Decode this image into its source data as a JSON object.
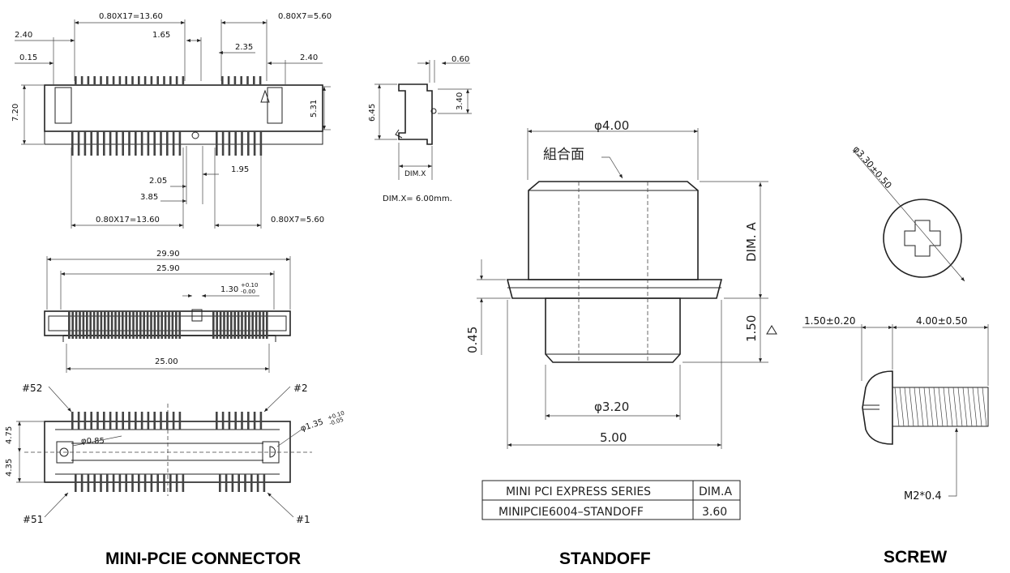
{
  "captions": {
    "connector": "MINI-PCIE CONNECTOR",
    "standoff": "STANDOFF",
    "screw": "SCREW"
  },
  "connector_top": {
    "dim_pitch17_top": "0.80X17=13.60",
    "dim_pitch7_top": "0.80X7=5.60",
    "dim_240_left": "2.40",
    "dim_015": "0.15",
    "dim_165": "1.65",
    "dim_235": "2.35",
    "dim_240_right": "2.40",
    "dim_720": "7.20",
    "dim_531": "5.31",
    "dim_205": "2.05",
    "dim_195": "1.95",
    "dim_385": "3.85",
    "dim_pitch17_bottom": "0.80X17=13.60",
    "dim_pitch7_bottom": "0.80X7=5.60"
  },
  "connector_side": {
    "dim_2990": "29.90",
    "dim_2590": "25.90",
    "dim_130": "1.30",
    "dim_130_tol_plus": "+0.10",
    "dim_130_tol_minus": "-0.00",
    "dim_2500": "25.00"
  },
  "connector_bottom": {
    "pin52": "#52",
    "pin2": "#2",
    "pin51": "#51",
    "pin1": "#1",
    "dim_475": "4.75",
    "dim_435": "4.35",
    "dim_hole085": "φ0.85",
    "dim_hole135": "φ1.35",
    "dim_hole135_tol_plus": "+0.10",
    "dim_hole135_tol_minus": "-0.05"
  },
  "connector_profile": {
    "dim_060": "0.60",
    "dim_645": "6.45",
    "dim_340": "3.40",
    "dim_x_label": "DIM.X",
    "note": "DIM.X=  6.00mm."
  },
  "standoff": {
    "dim_top_dia": "φ4.00",
    "mating_face_label": "組合面",
    "dim_a": "DIM. A",
    "dim_045": "0.45",
    "dim_150": "1.50",
    "dim_bottom_dia": "φ3.20",
    "dim_500": "5.00",
    "table": {
      "header": [
        "MINI PCI EXPRESS SERIES",
        "DIM.A"
      ],
      "row": [
        "MINIPCIE6004–STANDOFF",
        "3.60"
      ]
    }
  },
  "screw": {
    "dim_head_dia": "φ3.30±0.50",
    "dim_head_len": "1.50±0.20",
    "dim_thread_len": "4.00±0.50",
    "thread_spec": "M2*0.4"
  }
}
